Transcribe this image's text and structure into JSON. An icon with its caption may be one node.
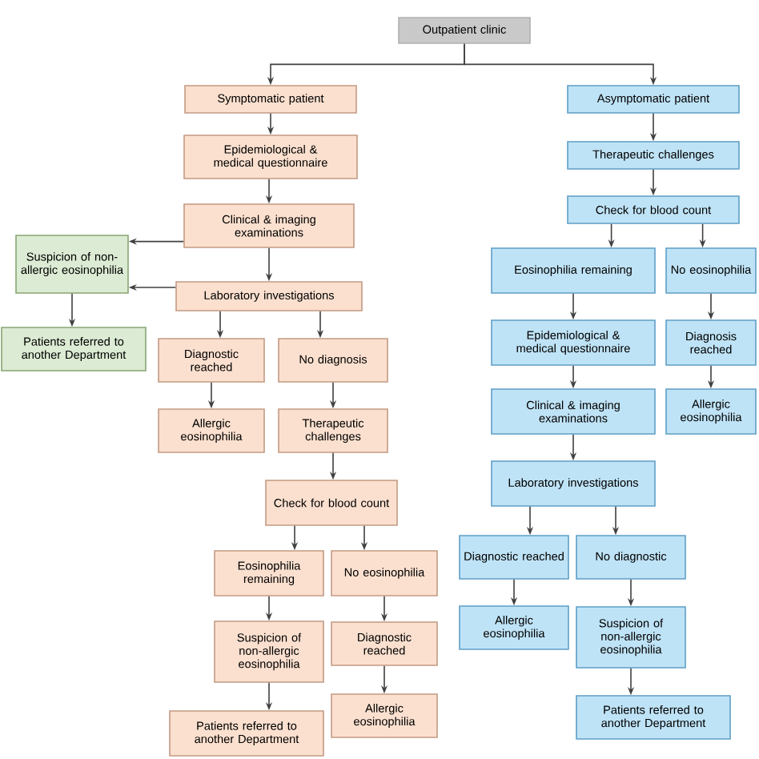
{
  "diagram": {
    "nodes": [
      {
        "text": [
          "Outpatient clinic"
        ]
      },
      {
        "text": [
          "Symptomatic patient"
        ]
      },
      {
        "text": [
          "Epidemiological & medical questionnaire"
        ]
      },
      {
        "text": [
          "Clinical & imaging examinations"
        ]
      },
      {
        "text": [
          "Suspicion of non-allergic eosinophilia"
        ]
      },
      {
        "text": [
          "Patients referred to another Department"
        ]
      },
      {
        "text": [
          "Laboratory investigations"
        ]
      },
      {
        "text": [
          "Diagnostic reached"
        ]
      },
      {
        "text": [
          "No diagnosis"
        ]
      },
      {
        "text": [
          "Allergic eosinophilia"
        ]
      },
      {
        "text": [
          "Therapeutic challenges"
        ]
      },
      {
        "text": [
          "Check for blood count"
        ]
      },
      {
        "text": [
          "Eosinophilia remaining"
        ]
      },
      {
        "text": [
          "No eosinophilia"
        ]
      },
      {
        "text": [
          "Suspicion of non-allergic eosinophilia"
        ]
      },
      {
        "text": [
          "Diagnostic reached"
        ]
      },
      {
        "text": [
          "Patients referred to another Department"
        ]
      },
      {
        "text": [
          "Allergic eosinophilia"
        ]
      },
      {
        "text": [
          "Asymptomatic patient"
        ]
      },
      {
        "text": [
          "Therapeutic challenges"
        ]
      },
      {
        "text": [
          "Check for blood count"
        ]
      },
      {
        "text": [
          "Eosinophilia remaining"
        ]
      },
      {
        "text": [
          "No eosinophilia"
        ]
      },
      {
        "text": [
          "Epidemiological & medical questionnaire"
        ]
      },
      {
        "text": [
          "Diagnosis reached"
        ]
      },
      {
        "text": [
          "Clinical & imaging examinations"
        ]
      },
      {
        "text": [
          "Allergic eosinophilia"
        ]
      },
      {
        "text": [
          "Laboratory investigations"
        ]
      },
      {
        "text": [
          "Diagnostic reached"
        ]
      },
      {
        "text": [
          "No diagnostic"
        ]
      },
      {
        "text": [
          "Allergic eosinophilia"
        ]
      },
      {
        "text": [
          "Suspicion of non-allergic eosinophilia"
        ]
      },
      {
        "text": [
          "Patients referred to another Department"
        ]
      }
    ],
    "edges": [
      {
        "from": 0,
        "to": 1,
        "arrow": "to"
      },
      {
        "from": 0,
        "to": 18,
        "arrow": "to"
      },
      {
        "from": 1,
        "to": 2,
        "arrow": "to"
      },
      {
        "from": 2,
        "to": 3,
        "arrow": "to"
      },
      {
        "from": 3,
        "to": 4,
        "arrow": "to"
      },
      {
        "from": 3,
        "to": 6,
        "arrow": "to"
      },
      {
        "from": 6,
        "to": 4,
        "arrow": "to"
      },
      {
        "from": 4,
        "to": 5,
        "arrow": "to"
      },
      {
        "from": 6,
        "to": 7,
        "arrow": "to"
      },
      {
        "from": 6,
        "to": 8,
        "arrow": "to"
      },
      {
        "from": 7,
        "to": 9,
        "arrow": "to"
      },
      {
        "from": 8,
        "to": 10,
        "arrow": "to"
      },
      {
        "from": 10,
        "to": 11,
        "arrow": "to"
      },
      {
        "from": 11,
        "to": 12,
        "arrow": "to"
      },
      {
        "from": 11,
        "to": 13,
        "arrow": "to"
      },
      {
        "from": 12,
        "to": 14,
        "arrow": "to"
      },
      {
        "from": 13,
        "to": 15,
        "arrow": "to"
      },
      {
        "from": 14,
        "to": 16,
        "arrow": "to"
      },
      {
        "from": 15,
        "to": 17,
        "arrow": "to"
      },
      {
        "from": 18,
        "to": 19,
        "arrow": "to"
      },
      {
        "from": 19,
        "to": 20,
        "arrow": "to"
      },
      {
        "from": 20,
        "to": 21,
        "arrow": "to"
      },
      {
        "from": 20,
        "to": 22,
        "arrow": "to"
      },
      {
        "from": 21,
        "to": 23,
        "arrow": "to"
      },
      {
        "from": 22,
        "to": 24,
        "arrow": "to"
      },
      {
        "from": 23,
        "to": 25,
        "arrow": "to"
      },
      {
        "from": 24,
        "to": 26,
        "arrow": "to"
      },
      {
        "from": 25,
        "to": 27,
        "arrow": "to"
      },
      {
        "from": 27,
        "to": 28,
        "arrow": "to"
      },
      {
        "from": 27,
        "to": 29,
        "arrow": "to"
      },
      {
        "from": 28,
        "to": 30,
        "arrow": "to"
      },
      {
        "from": 29,
        "to": 31,
        "arrow": "to"
      },
      {
        "from": 31,
        "to": 32,
        "arrow": "to"
      }
    ]
  }
}
